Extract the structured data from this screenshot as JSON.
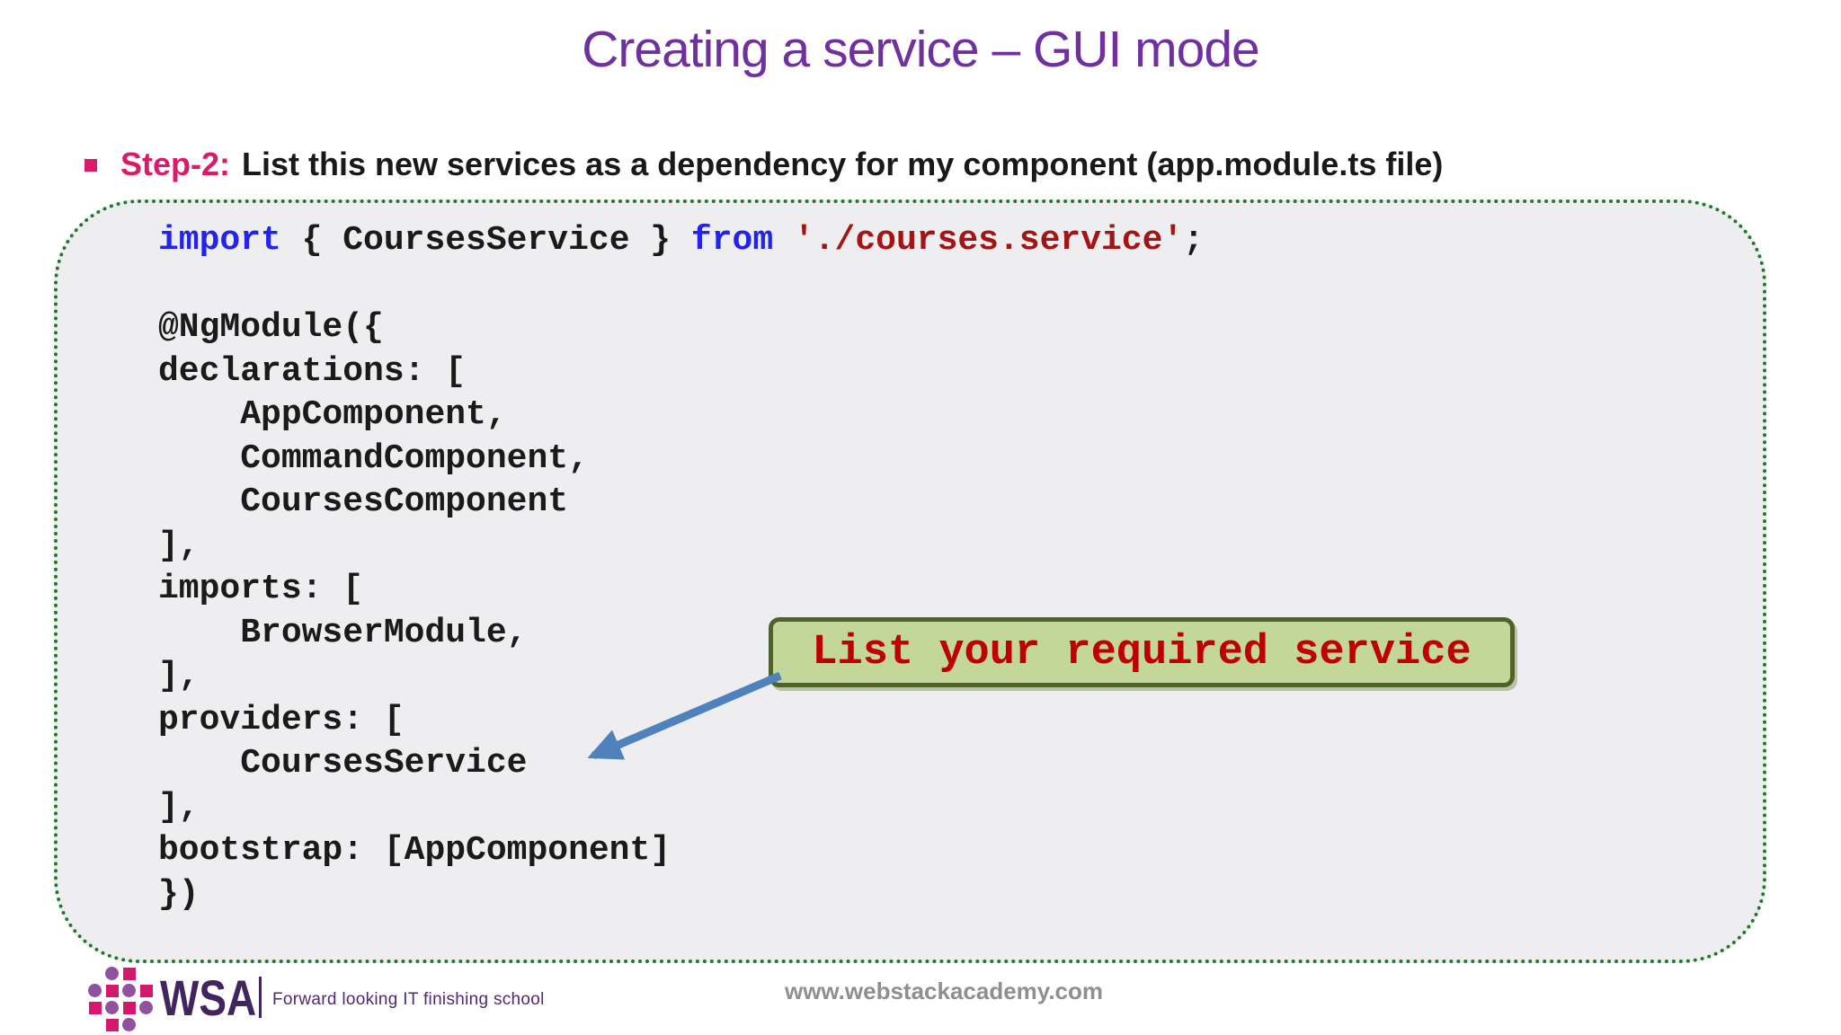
{
  "title": "Creating a service – GUI mode",
  "step": {
    "label": "Step-2:",
    "text": "List this new services as a dependency for my component (app.module.ts file)"
  },
  "code": {
    "lines": [
      [
        {
          "t": "import",
          "c": "kw"
        },
        {
          "t": " { CoursesService } ",
          "c": "plain"
        },
        {
          "t": "from",
          "c": "kw"
        },
        {
          "t": " ",
          "c": "plain"
        },
        {
          "t": "'./courses.service'",
          "c": "str"
        },
        {
          "t": ";",
          "c": "plain"
        }
      ],
      [],
      [
        {
          "t": "@NgModule({",
          "c": "plain"
        }
      ],
      [
        {
          "t": "declarations: [",
          "c": "plain"
        }
      ],
      [
        {
          "t": "    AppComponent,",
          "c": "plain"
        }
      ],
      [
        {
          "t": "    CommandComponent,",
          "c": "plain"
        }
      ],
      [
        {
          "t": "    CoursesComponent",
          "c": "plain"
        }
      ],
      [
        {
          "t": "],",
          "c": "plain"
        }
      ],
      [
        {
          "t": "imports: [",
          "c": "plain"
        }
      ],
      [
        {
          "t": "    BrowserModule,",
          "c": "plain"
        }
      ],
      [
        {
          "t": "],",
          "c": "plain"
        }
      ],
      [
        {
          "t": "providers: [",
          "c": "plain"
        }
      ],
      [
        {
          "t": "    CoursesService",
          "c": "plain"
        }
      ],
      [
        {
          "t": "],",
          "c": "plain"
        }
      ],
      [
        {
          "t": "bootstrap: [AppComponent]",
          "c": "plain"
        }
      ],
      [
        {
          "t": "})",
          "c": "plain"
        }
      ]
    ]
  },
  "callout": {
    "text": "List your required service"
  },
  "footer": {
    "brand": "WSA",
    "tagline": "Forward looking IT finishing school",
    "url": "www.webstackacademy.com",
    "logo_pattern": [
      " cs ",
      "cscs",
      "scsc",
      " sc "
    ]
  },
  "colors": {
    "title_purple": "#7030a0",
    "step_pink": "#d81b6a",
    "code_keyword_blue": "#2424e8",
    "code_string_red": "#a31515",
    "code_text": "#1a1a1a",
    "panel_bg": "#eeeef0",
    "panel_border_green": "#1e7a28",
    "callout_bg": "#c4d79b",
    "callout_border": "#4f6228",
    "callout_text_red": "#c00000",
    "arrow_blue": "#4f81bd",
    "logo_square_pink": "#d4186c",
    "logo_circle_purple": "#9151a1",
    "brand_purple": "#41265e",
    "url_gray": "#8f8f8f"
  }
}
